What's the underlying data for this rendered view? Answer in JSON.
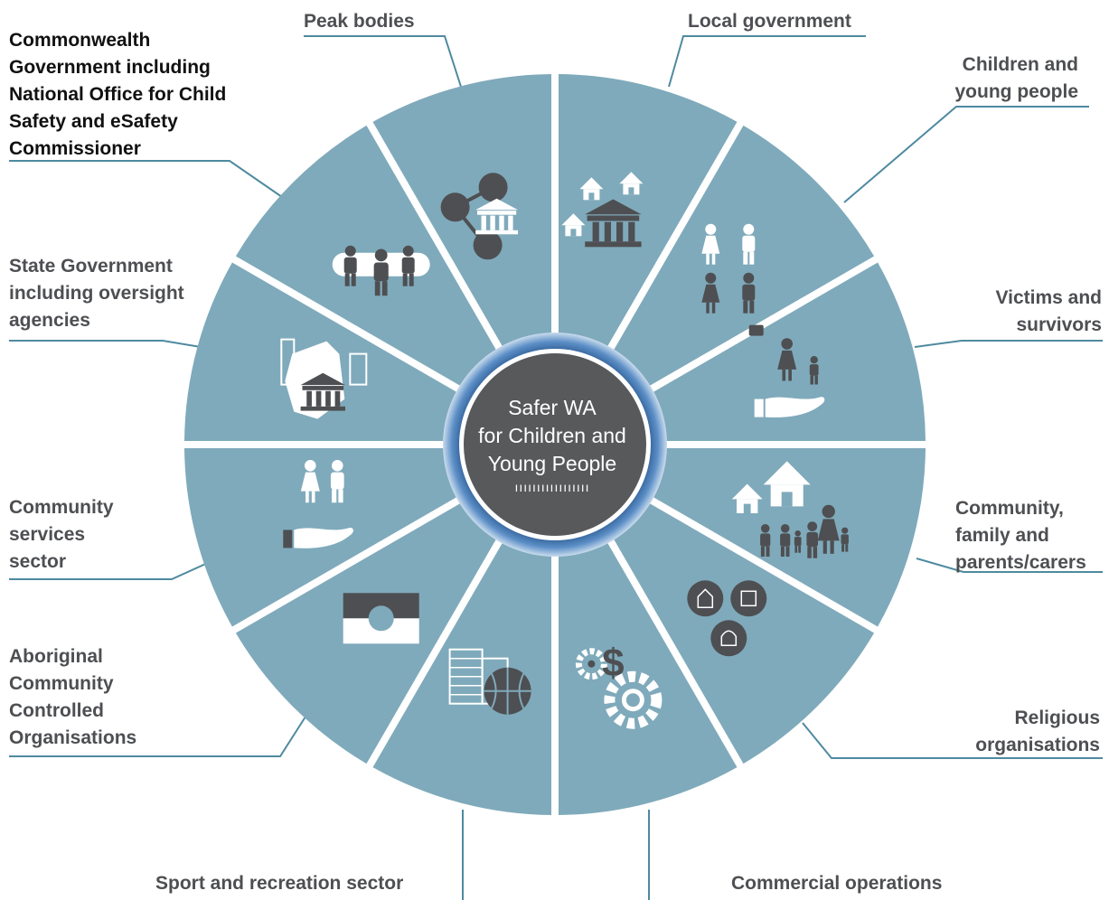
{
  "center": {
    "lines": [
      "Safer WA",
      "for Children and",
      "Young People"
    ],
    "decoration": "ııııııııııııııııı"
  },
  "colors": {
    "segment": "#7faabb",
    "icon": "#4e4f52",
    "hub": "#58595b",
    "line": "#4e8a9f"
  },
  "segments": [
    {
      "name": "Peak bodies",
      "label_lines": [
        "Peak bodies"
      ],
      "icon": "network-building-icon"
    },
    {
      "name": "Local government",
      "label_lines": [
        "Local government"
      ],
      "icon": "houses-building-icon"
    },
    {
      "name": "Children and young people",
      "label_lines": [
        "Children and",
        "young people"
      ],
      "icon": "children-icon"
    },
    {
      "name": "Victims and survivors",
      "label_lines": [
        "Victims and",
        "survivors"
      ],
      "icon": "hand-support-icon"
    },
    {
      "name": "Community, family and parents/carers",
      "label_lines": [
        "Community,",
        "family and",
        "parents/carers"
      ],
      "icon": "family-house-icon"
    },
    {
      "name": "Religious organisations",
      "label_lines": [
        "Religious",
        "organisations"
      ],
      "icon": "religious-buildings-icon"
    },
    {
      "name": "Commercial operations",
      "label_lines": [
        "Commercial operations"
      ],
      "icon": "gears-dollar-icon"
    },
    {
      "name": "Sport and recreation sector",
      "label_lines": [
        "Sport and recreation sector"
      ],
      "icon": "building-basketball-icon"
    },
    {
      "name": "Aboriginal Community Controlled Organisations",
      "label_lines": [
        "Aboriginal",
        "Community",
        "Controlled",
        "Organisations"
      ],
      "icon": "aboriginal-flag-icon"
    },
    {
      "name": "Community services sector",
      "label_lines": [
        "Community",
        "services",
        "sector"
      ],
      "icon": "hand-couple-icon"
    },
    {
      "name": "State Government including oversight agencies",
      "label_lines": [
        "State Government",
        "including oversight",
        "agencies"
      ],
      "icon": "wa-map-building-icon"
    },
    {
      "name": "Commonwealth Government including National Office for Child Safety and eSafety Commissioner",
      "label_lines": [
        "Commonwealth",
        "Government including",
        "National Office for Child",
        "Safety and eSafety",
        "Commissioner"
      ],
      "icon": "people-group-icon"
    }
  ]
}
